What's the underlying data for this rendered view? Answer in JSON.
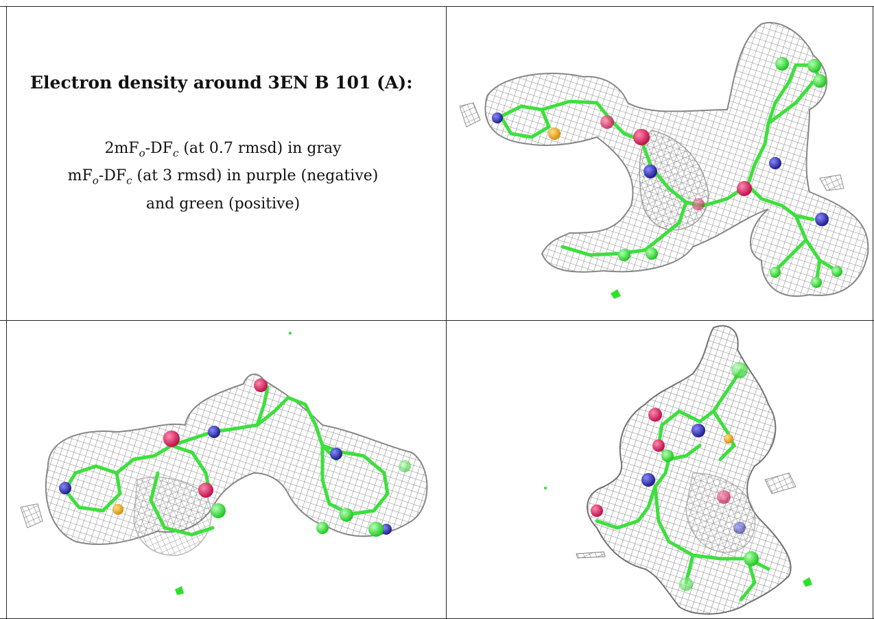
{
  "table": {
    "title": "Electron density around 3EN B 101 (A):",
    "legend": {
      "line1_prefix": "2mF",
      "line1_sub1": "o",
      "line1_mid": "-DF",
      "line1_sub2": "c",
      "line1_suffix": " (at 0.7 rmsd) in gray",
      "line2_prefix": "mF",
      "line2_sub1": "o",
      "line2_mid": "-DF",
      "line2_sub2": "c",
      "line2_suffix": " (at 3 rmsd) in purple (negative)",
      "line3": "and green (positive)"
    }
  },
  "panels": [
    {
      "id": "top-right",
      "view": "electron density view 1"
    },
    {
      "id": "bottom-left",
      "view": "electron density view 2"
    },
    {
      "id": "bottom-right",
      "view": "electron density view 3"
    }
  ],
  "colors": {
    "mesh": "#8a8a8a",
    "carbon": "#39e639",
    "nitrogen": "#3a3ab0",
    "oxygen": "#d8205a",
    "sulfur": "#e6b020",
    "border": "#222222"
  }
}
